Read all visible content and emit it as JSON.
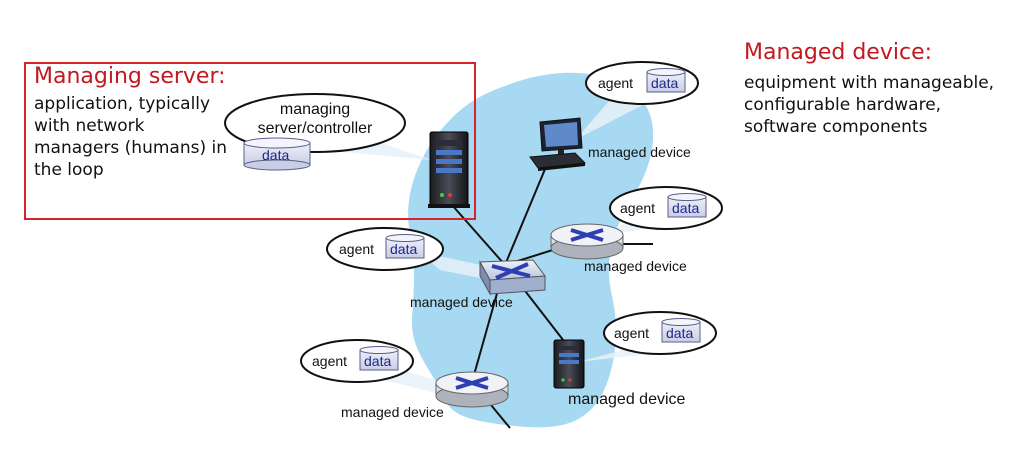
{
  "managing_server": {
    "title": "Managing server:",
    "description": "application, typically\nwith network\nmanagers (humans) in\nthe loop",
    "bubble_text": "managing\nserver/controller",
    "data_label": "data"
  },
  "managed_device": {
    "title": "Managed device:",
    "description": "equipment with manageable,\nconfigurable hardware,\nsoftware components"
  },
  "agents": {
    "agent_label": "agent",
    "data_label": "data"
  },
  "devices": {
    "label_computer": "managed device",
    "label_router_right": "managed device",
    "label_switch": "managed device",
    "label_server": "managed device",
    "label_router_bottom": "managed device"
  },
  "colors": {
    "network_blob": "#a8d9f2",
    "red_box": "#d8232a",
    "title_red": "#c0191f",
    "data_text": "#1c2a8a"
  }
}
